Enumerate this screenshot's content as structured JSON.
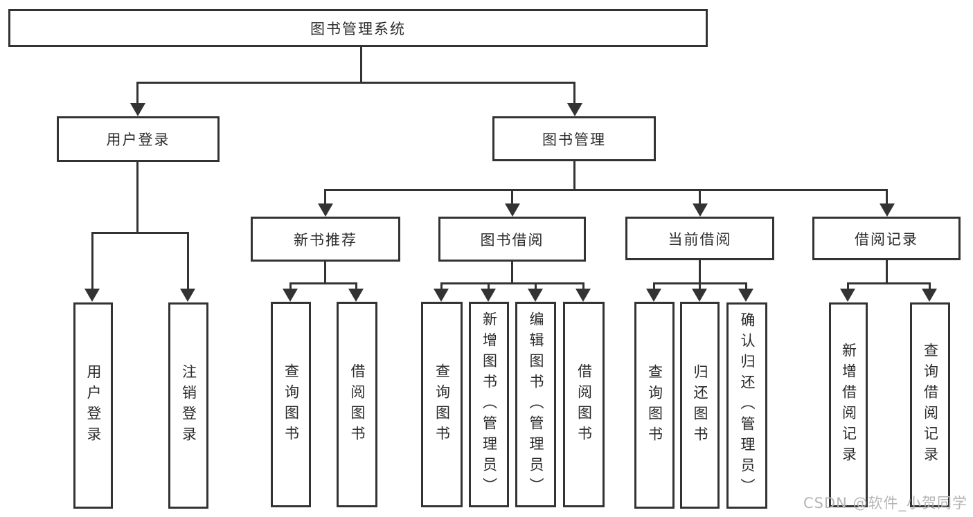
{
  "page": {
    "background": "#ffffff",
    "watermark": "CSDN @软件_小贺同学"
  },
  "colors": {
    "line": "#333333",
    "box_border": "#333333",
    "text": "#2b2b2b",
    "watermark": "#b5b5b5"
  },
  "tree": {
    "root": {
      "label": "图书管理系统",
      "children": [
        {
          "label": "用户登录",
          "children": [
            {
              "label": "用户登录"
            },
            {
              "label": "注销登录"
            }
          ]
        },
        {
          "label": "图书管理",
          "children": [
            {
              "label": "新书推荐",
              "children": [
                {
                  "label": "查询图书"
                },
                {
                  "label": "借阅图书"
                }
              ]
            },
            {
              "label": "图书借阅",
              "children": [
                {
                  "label": "查询图书"
                },
                {
                  "label": "新增图书（管理员）"
                },
                {
                  "label": "编辑图书（管理员）"
                },
                {
                  "label": "借阅图书"
                }
              ]
            },
            {
              "label": "当前借阅",
              "children": [
                {
                  "label": "查询图书"
                },
                {
                  "label": "归还图书"
                },
                {
                  "label": "确认归还（管理员）"
                }
              ]
            },
            {
              "label": "借阅记录",
              "children": [
                {
                  "label": "新增借阅记录"
                },
                {
                  "label": "查询借阅记录"
                }
              ]
            }
          ]
        }
      ]
    }
  }
}
